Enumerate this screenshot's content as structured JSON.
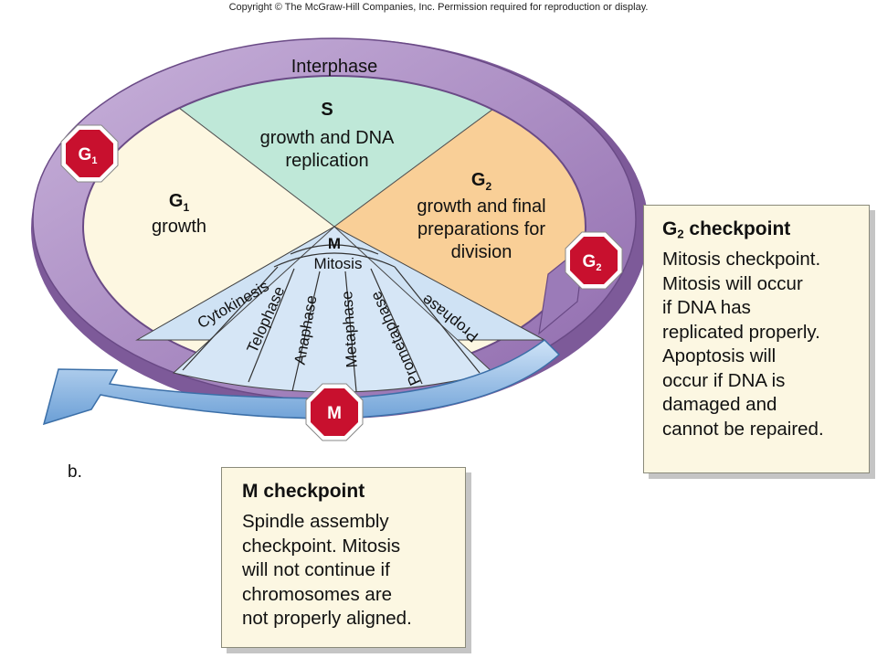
{
  "copyright": "Copyright © The McGraw-Hill Companies, Inc. Permission required for reproduction or display.",
  "cycle": {
    "interphase_label": "Interphase",
    "s_phase": {
      "title": "S",
      "line1": "growth and DNA",
      "line2": "replication"
    },
    "g1_phase": {
      "title": "G",
      "sub": "1",
      "desc": "growth"
    },
    "g2_phase": {
      "title": "G",
      "sub": "2",
      "line1": "growth and final",
      "line2": "preparations for",
      "line3": "division"
    },
    "m_phase": {
      "title": "M",
      "mitosis": "Mitosis",
      "stages": [
        "Cytokinesis",
        "Telophase",
        "Anaphase",
        "Metaphase",
        "Prometaphase",
        "Prophase"
      ]
    },
    "stop_signs": [
      {
        "name": "g1",
        "letter": "G",
        "sub": "1"
      },
      {
        "name": "g2",
        "letter": "G",
        "sub": "2"
      },
      {
        "name": "m",
        "letter": "M",
        "sub": ""
      }
    ]
  },
  "g2_checkpoint": {
    "title_main": "G",
    "title_sub": "2",
    "title_rest": " checkpoint",
    "body": [
      "Mitosis checkpoint.",
      "Mitosis will occur",
      "if DNA has",
      "replicated properly.",
      "Apoptosis will",
      "occur if DNA is",
      "damaged and",
      "cannot be repaired."
    ]
  },
  "m_checkpoint": {
    "title": "M checkpoint",
    "body": [
      "Spindle assembly",
      "checkpoint. Mitosis",
      "will not continue if",
      "chromosomes are",
      "not properly aligned."
    ]
  },
  "panel_label": "b.",
  "colors": {
    "interphase_ring": "#b496c8",
    "g1_fill": "#fdf7e1",
    "s_fill": "#bfe8d8",
    "g2_fill": "#f9cf97",
    "m_fill": "#cfe2f4",
    "arrow_fill": "#9cc3ec",
    "stop_red": "#c8102e"
  }
}
